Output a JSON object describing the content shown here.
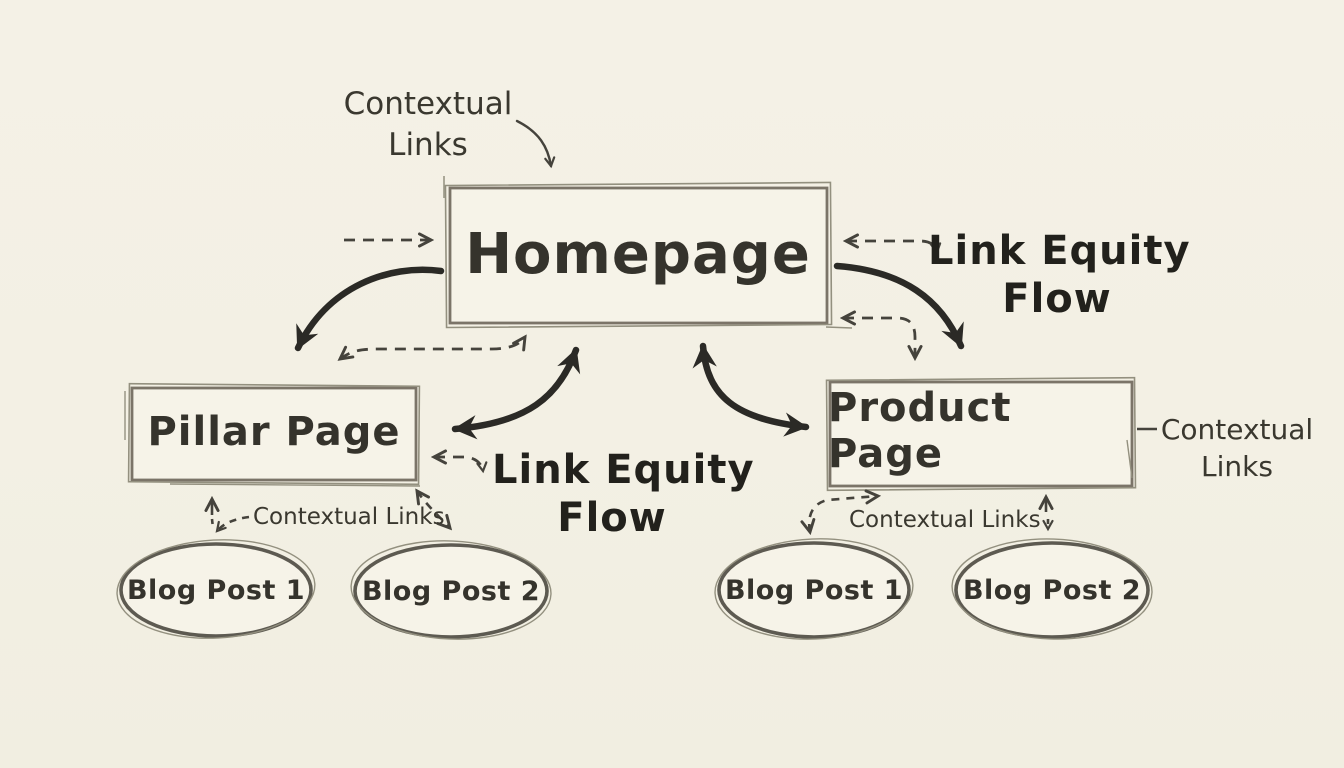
{
  "canvas": {
    "background": "#f3f0e4",
    "ink_dark": "#2b2a26",
    "ink_mid": "#45433c",
    "pencil": "#7b7468"
  },
  "nodes": {
    "homepage": {
      "label": "Homepage"
    },
    "pillar": {
      "label": "Pillar Page"
    },
    "product": {
      "label": "Product Page"
    },
    "blog_left_1": {
      "label": "Blog Post 1"
    },
    "blog_left_2": {
      "label": "Blog Post 2"
    },
    "blog_right_1": {
      "label": "Blog Post 1"
    },
    "blog_right_2": {
      "label": "Blog Post 2"
    }
  },
  "labels": {
    "contextual_top": {
      "line1": "Contextual",
      "line2": "Links"
    },
    "link_equity_right": {
      "line1": "Link Equity",
      "line2": "Flow"
    },
    "link_equity_center": {
      "line1": "Link Equity",
      "line2": "Flow"
    },
    "contextual_left_small": "Contextual Links",
    "contextual_right_small": "Contextual Links",
    "contextual_far_right": {
      "line1": "Contextual",
      "line2": "Links"
    }
  }
}
